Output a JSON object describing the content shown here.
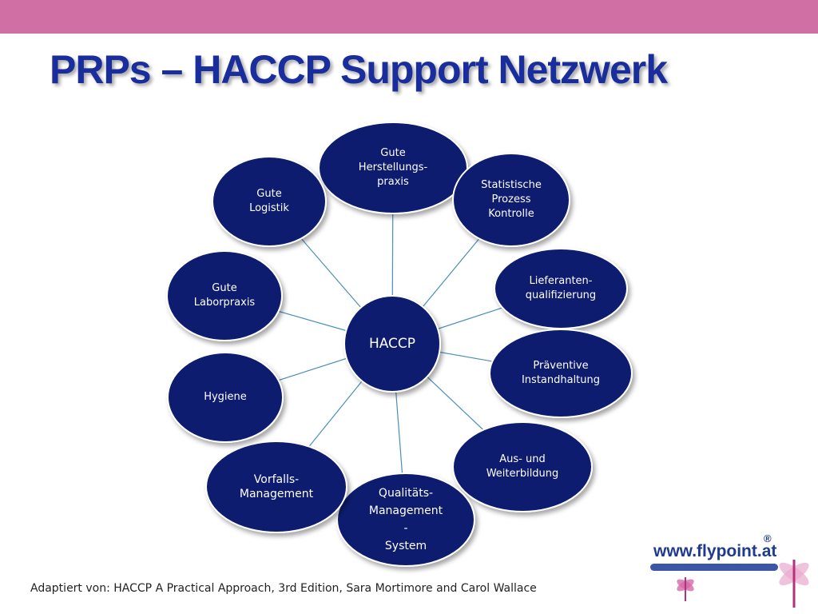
{
  "title": "PRPs – HACCP Support Netzwerk",
  "center": {
    "label": "HACCP"
  },
  "nodes": [
    {
      "id": "ghp",
      "lines": [
        "Gute",
        "Herstellungs-",
        "praxis"
      ]
    },
    {
      "id": "spc",
      "lines": [
        "Statistische",
        "Prozess",
        "Kontrolle"
      ]
    },
    {
      "id": "supplier",
      "lines": [
        "Lieferanten-",
        "qualifizierung"
      ]
    },
    {
      "id": "maintenance",
      "lines": [
        "Präventive",
        "Instandhaltung"
      ]
    },
    {
      "id": "training",
      "lines": [
        "Aus- und",
        "Weiterbildung"
      ]
    },
    {
      "id": "qms",
      "lines": [
        "Qualitäts-",
        "Management",
        "-",
        "System"
      ]
    },
    {
      "id": "incident",
      "lines": [
        "Vorfalls-",
        "Management"
      ]
    },
    {
      "id": "hygiene",
      "lines": [
        "Hygiene"
      ]
    },
    {
      "id": "lab",
      "lines": [
        "Gute",
        "Laborpraxis"
      ]
    },
    {
      "id": "logistics",
      "lines": [
        "Gute",
        "Logistik"
      ]
    }
  ],
  "footer": "Adaptiert von: HACCP A Practical Approach, 3rd Edition, Sara Mortimore and Carol Wallace",
  "logo": {
    "text": "www.flypoint.at",
    "registered": "®"
  },
  "colors": {
    "top_bar": "#cf6fa4",
    "title": "#1a2d9c",
    "node_fill": "#0b1a6e",
    "connector": "#4a8fb8"
  }
}
